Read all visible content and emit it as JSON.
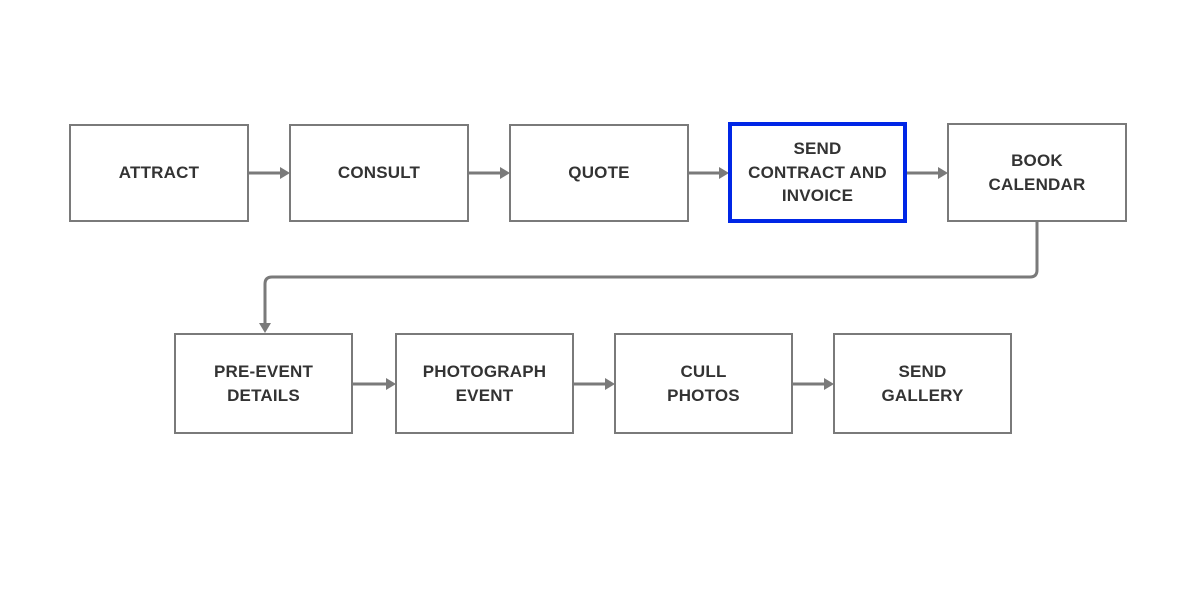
{
  "diagram": {
    "type": "flowchart",
    "colors": {
      "stroke": "#7a7a7a",
      "text": "#333333",
      "highlight": "#0026e6",
      "background": "#ffffff"
    },
    "nodes": [
      {
        "id": "attract",
        "label": "ATTRACT",
        "highlight": false
      },
      {
        "id": "consult",
        "label": "CONSULT",
        "highlight": false
      },
      {
        "id": "quote",
        "label": "QUOTE",
        "highlight": false
      },
      {
        "id": "send-contract-invoice",
        "label": "SEND\nCONTRACT AND\nINVOICE",
        "highlight": true
      },
      {
        "id": "book-calendar",
        "label": "BOOK\nCALENDAR",
        "highlight": false
      },
      {
        "id": "pre-event-details",
        "label": "PRE-EVENT\nDETAILS",
        "highlight": false
      },
      {
        "id": "photograph-event",
        "label": "PHOTOGRAPH\nEVENT",
        "highlight": false
      },
      {
        "id": "cull-photos",
        "label": "CULL\nPHOTOS",
        "highlight": false
      },
      {
        "id": "send-gallery",
        "label": "SEND\nGALLERY",
        "highlight": false
      }
    ],
    "edges": [
      {
        "from": "attract",
        "to": "consult"
      },
      {
        "from": "consult",
        "to": "quote"
      },
      {
        "from": "quote",
        "to": "send-contract-invoice"
      },
      {
        "from": "send-contract-invoice",
        "to": "book-calendar"
      },
      {
        "from": "book-calendar",
        "to": "pre-event-details"
      },
      {
        "from": "pre-event-details",
        "to": "photograph-event"
      },
      {
        "from": "photograph-event",
        "to": "cull-photos"
      },
      {
        "from": "cull-photos",
        "to": "send-gallery"
      }
    ]
  }
}
